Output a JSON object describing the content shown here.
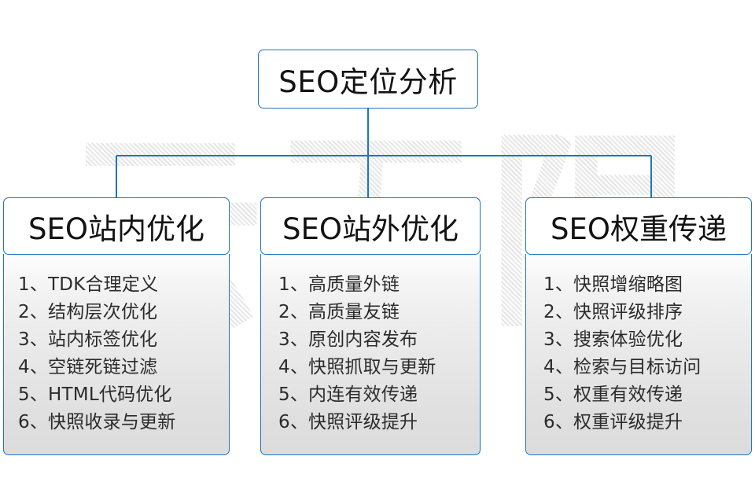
{
  "diagram": {
    "watermark_text": "云无限",
    "accent_color": "#1f74c0",
    "root": {
      "label": "SEO定位分析"
    },
    "columns": [
      {
        "id": "col-1",
        "header": "SEO站内优化",
        "items": [
          "1、TDK合理定义",
          "2、结构层次优化",
          "3、站内标签优化",
          "4、空链死链过滤",
          "5、HTML代码优化",
          "6、快照收录与更新"
        ]
      },
      {
        "id": "col-2",
        "header": "SEO站外优化",
        "items": [
          "1、高质量外链",
          "2、高质量友链",
          "3、原创内容发布",
          "4、快照抓取与更新",
          "5、内连有效传递",
          "6、快照评级提升"
        ]
      },
      {
        "id": "col-3",
        "header": "SEO权重传递",
        "items": [
          "1、快照增缩略图",
          "2、快照评级排序",
          "3、搜索体验优化",
          "4、检索与目标访问",
          "5、权重有效传递",
          "6、权重评级提升"
        ]
      }
    ]
  }
}
